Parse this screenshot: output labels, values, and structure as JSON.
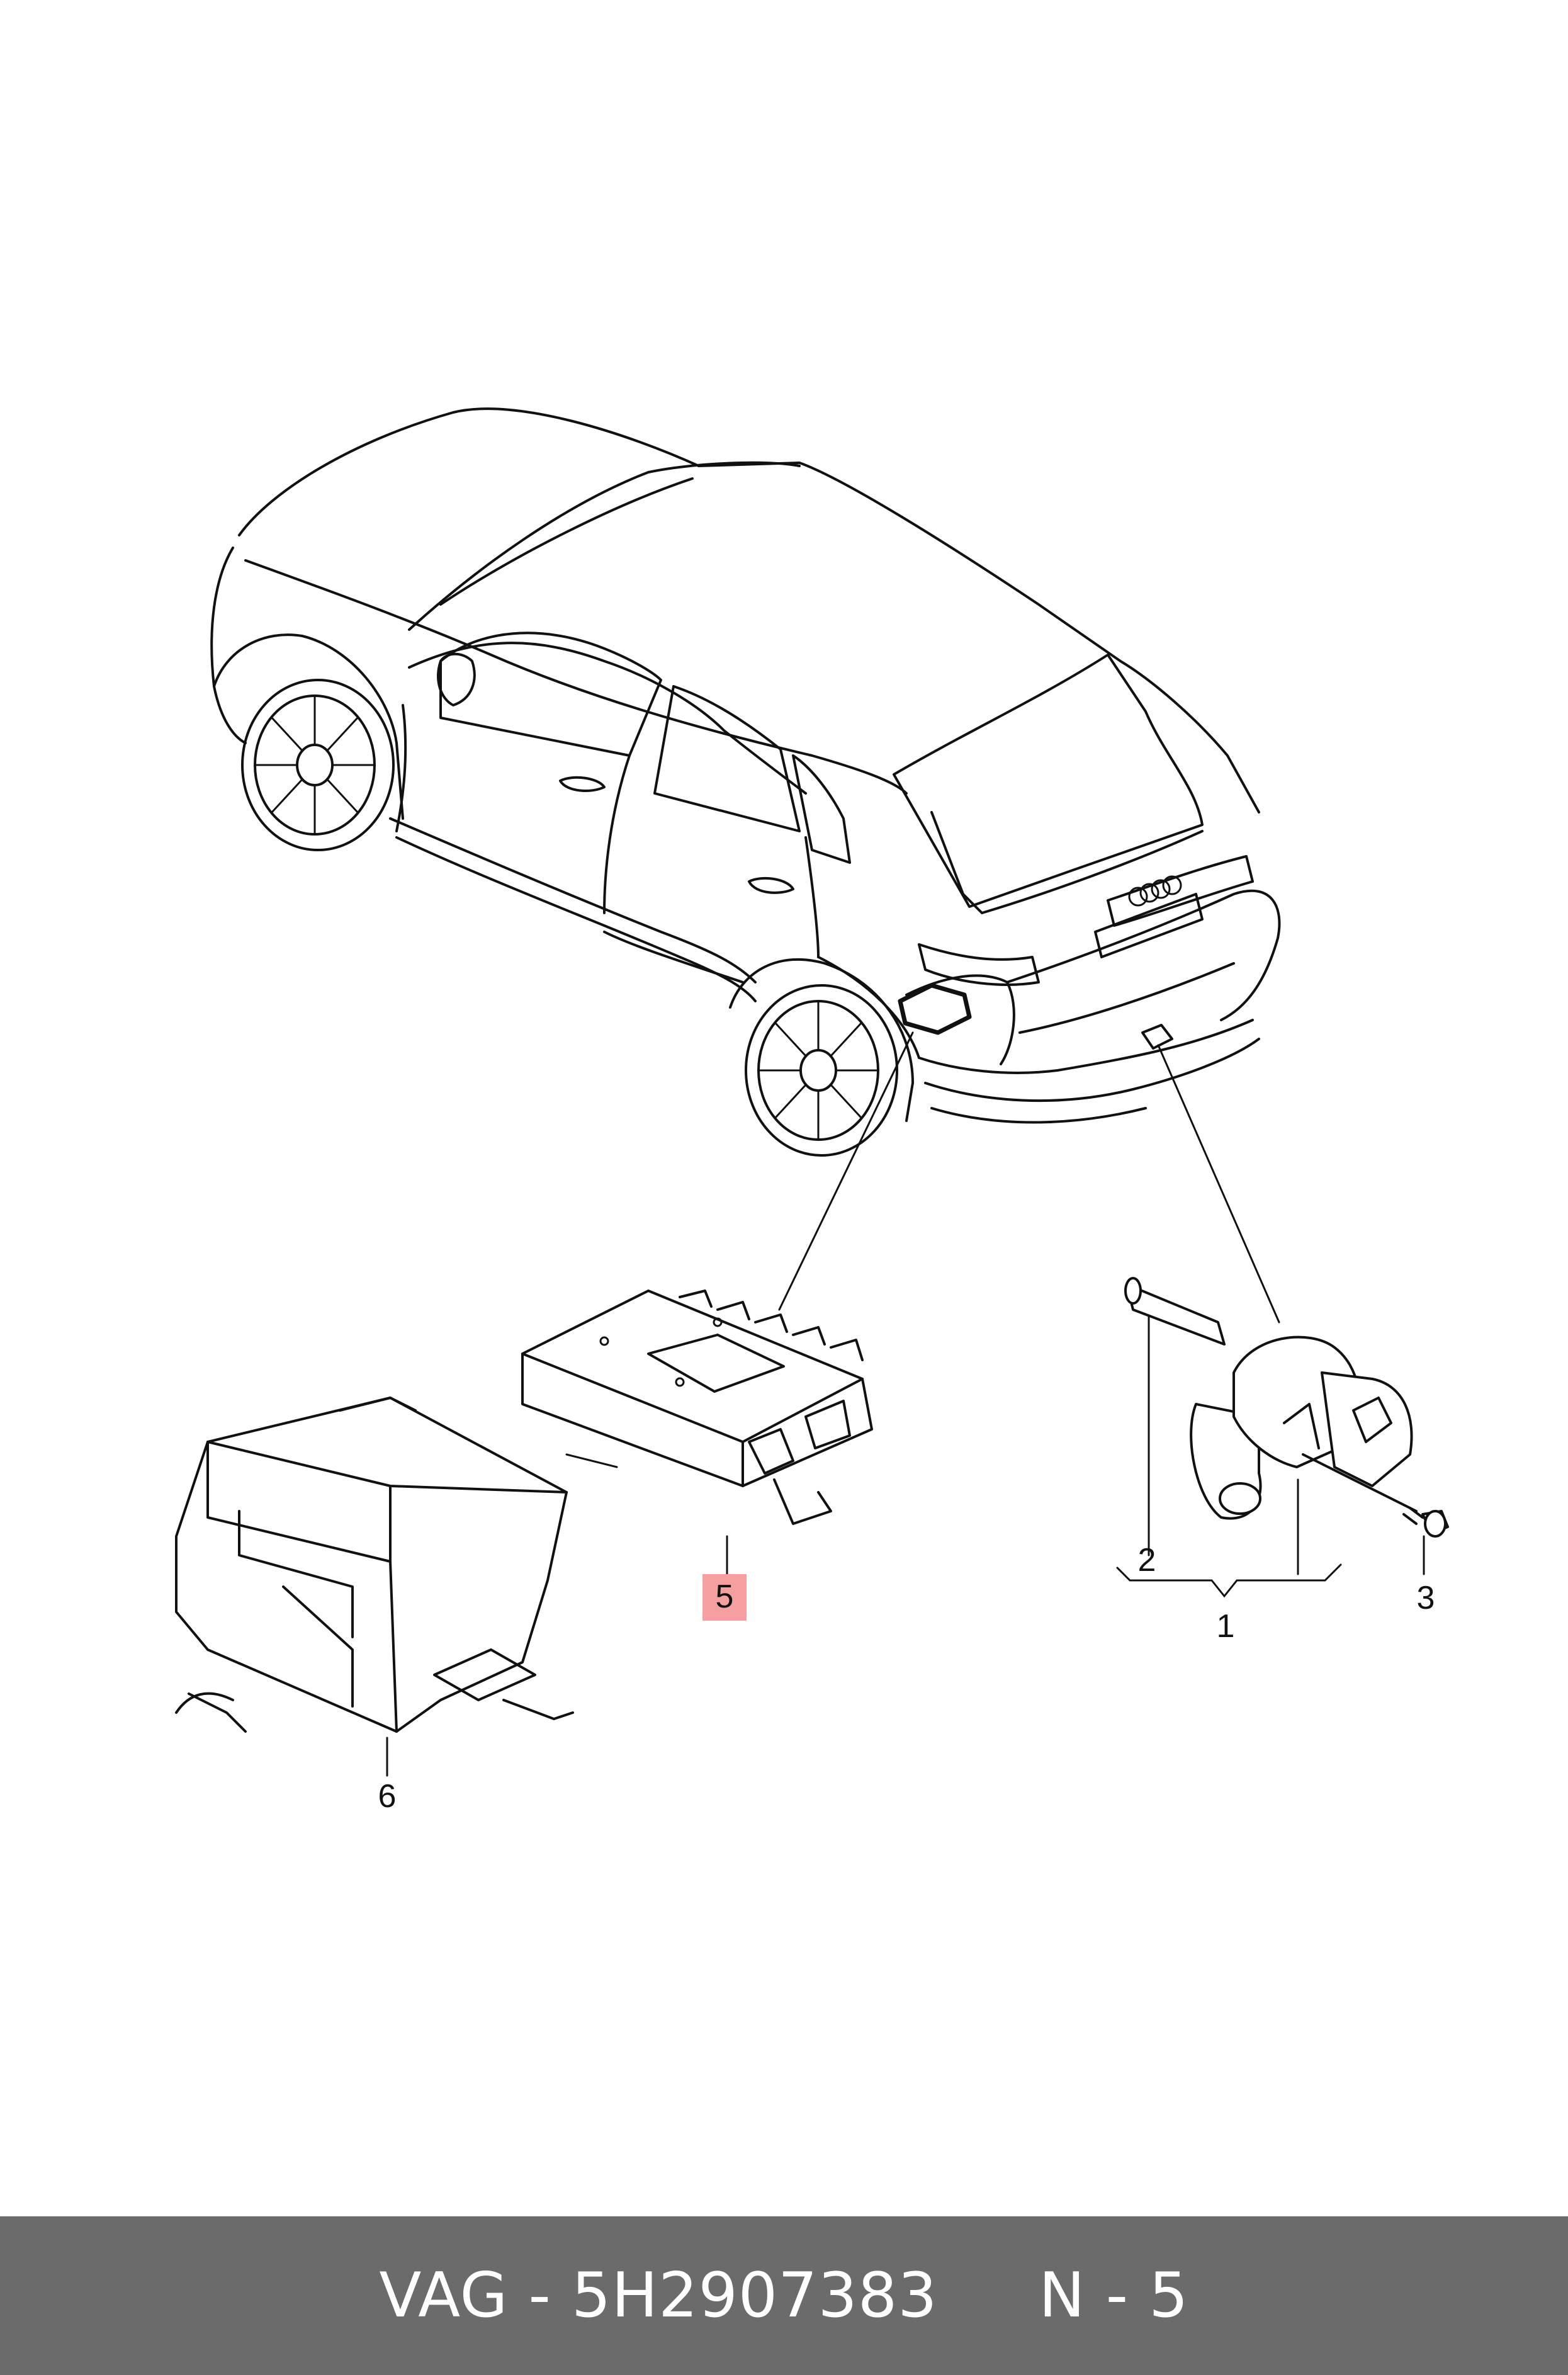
{
  "callouts": {
    "c1": "1",
    "c2": "2",
    "c3": "3",
    "c5": "5",
    "c6": "6"
  },
  "highlight_color": "#f4a0a0",
  "footer": {
    "text": "VAG - 5H2907383     N - 5",
    "background": "#6b6b6b"
  }
}
